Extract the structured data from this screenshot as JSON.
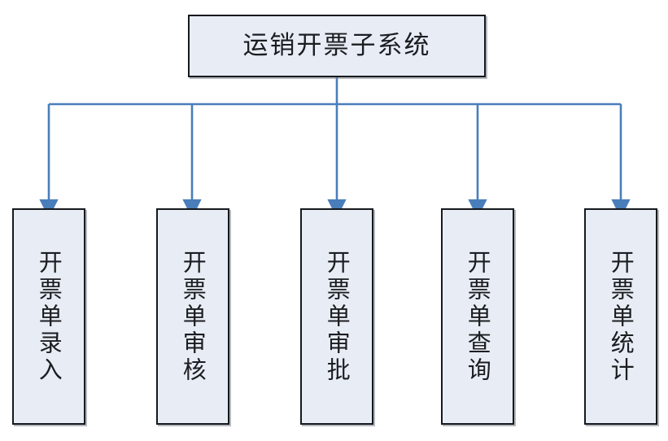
{
  "diagram": {
    "type": "organization-tree",
    "title_node": {
      "label": "运销开票子系统"
    },
    "children": [
      {
        "label": "开票单录入"
      },
      {
        "label": "开票单审核"
      },
      {
        "label": "开票单审批"
      },
      {
        "label": "开票单查询"
      },
      {
        "label": "开票单统计"
      }
    ],
    "colors": {
      "node_fill": "#E8EDF5",
      "node_border": "#16191d",
      "connector": "#4A7EBB",
      "text": "#1b1d21",
      "background": "#ffffff"
    }
  }
}
